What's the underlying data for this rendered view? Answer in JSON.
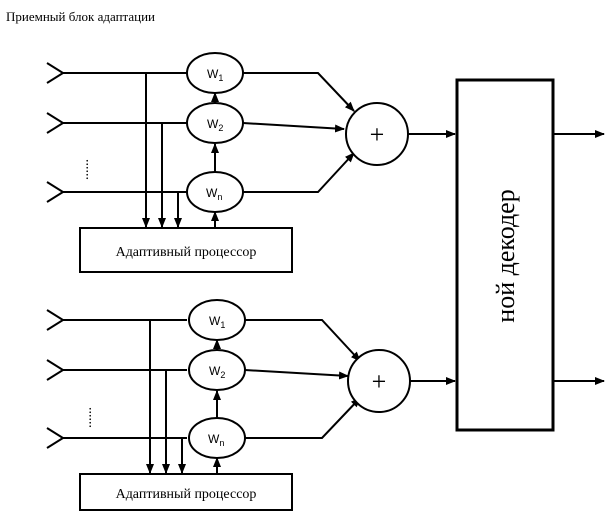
{
  "caption": "Приемный блок адаптации",
  "groups": [
    {
      "weights": [
        {
          "main": "W",
          "sub": "1"
        },
        {
          "main": "W",
          "sub": "2"
        },
        {
          "main": "W",
          "sub": "n"
        }
      ],
      "dots": "......",
      "adder": "+",
      "processor": "Адаптивный процессор"
    },
    {
      "weights": [
        {
          "main": "W",
          "sub": "1"
        },
        {
          "main": "W",
          "sub": "2"
        },
        {
          "main": "W",
          "sub": "n"
        }
      ],
      "dots": "......",
      "adder": "+",
      "processor": "Адаптивный процессор"
    }
  ],
  "decoder": "ной декодер"
}
